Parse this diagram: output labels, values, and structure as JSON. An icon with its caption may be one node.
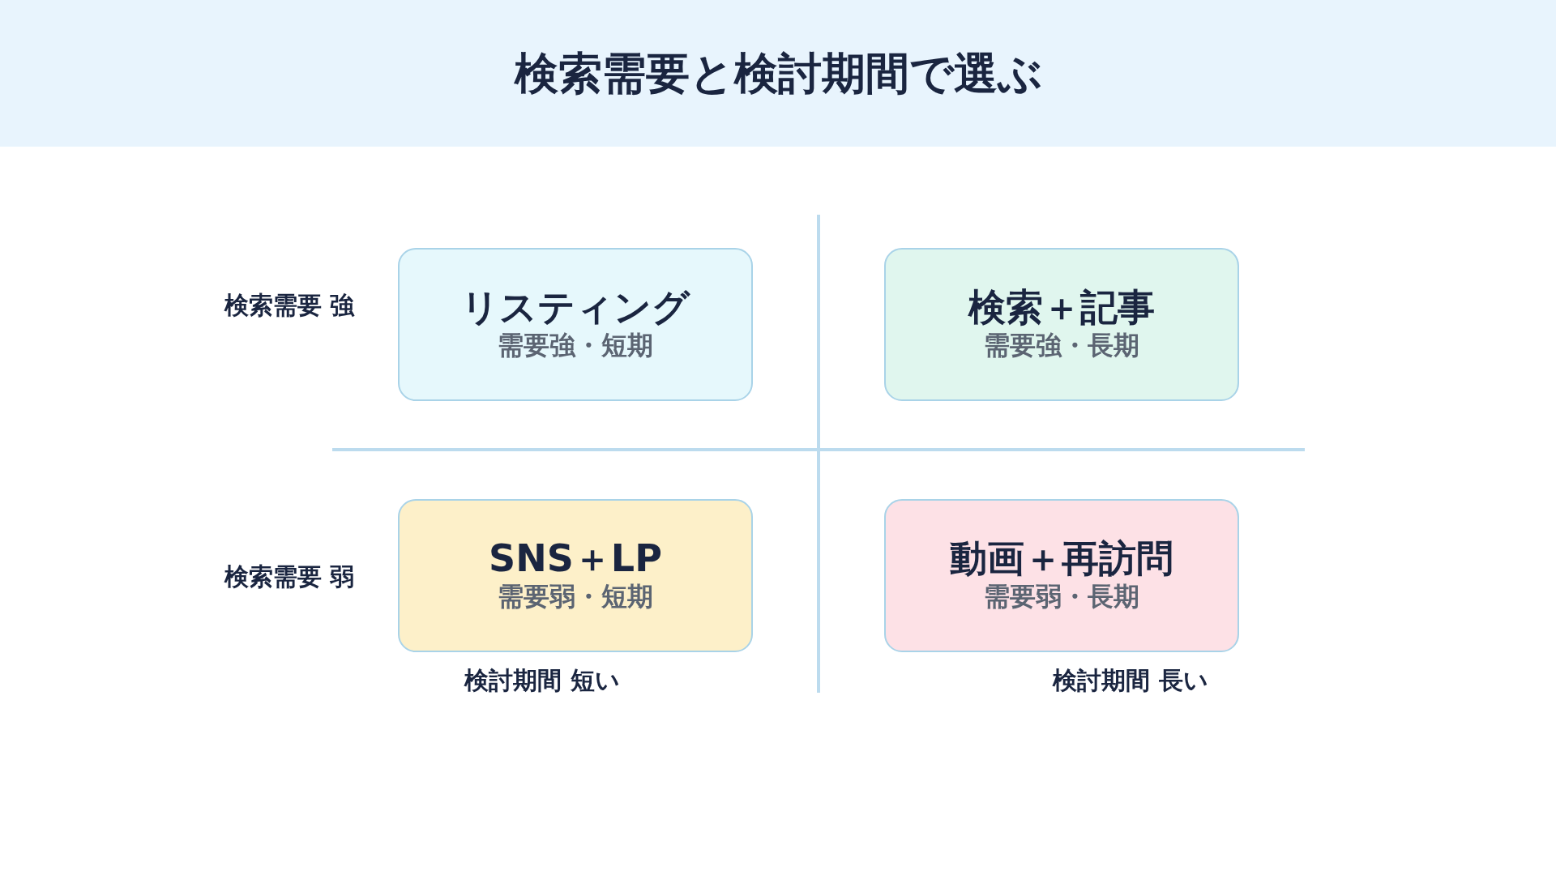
{
  "diagram": {
    "title": "検索需要と検討期間で選ぶ",
    "nodes": [
      {
        "text": [
          "リスティング",
          "需要強・短期"
        ]
      },
      {
        "text": [
          "検索＋記事",
          "需要強・長期"
        ]
      },
      {
        "text": [
          "SNS＋LP",
          "需要弱・短期"
        ]
      },
      {
        "text": [
          "動画＋再訪問",
          "需要弱・長期"
        ]
      }
    ],
    "edges": [],
    "labels": [
      "検索需要 強",
      "検索需要 弱",
      "検討期間 短い",
      "検討期間 長い"
    ]
  }
}
